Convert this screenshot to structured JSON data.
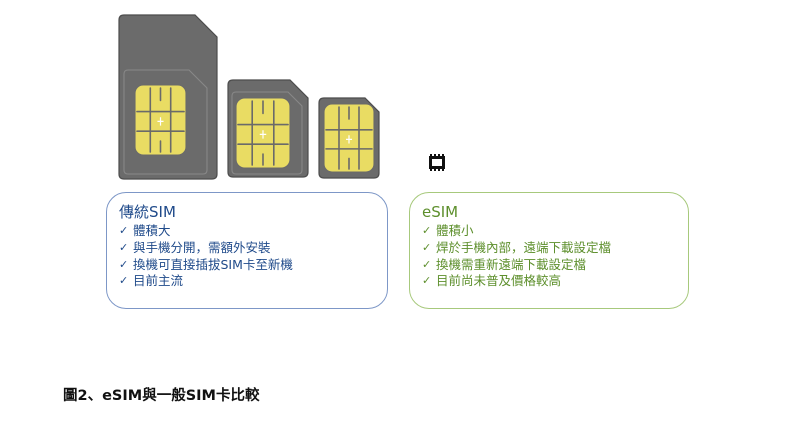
{
  "cards": [
    {
      "size": "standard-sim",
      "icon": "sim-card-standard"
    },
    {
      "size": "micro-sim",
      "icon": "sim-card-micro"
    },
    {
      "size": "nano-sim",
      "icon": "sim-card-nano"
    },
    {
      "size": "esim-chip",
      "icon": "esim-chip"
    }
  ],
  "colors": {
    "card": "#6b6b6b",
    "card_outline": "#4c4c4c",
    "chip": "#e9dc63",
    "chip_line": "#6a6a6a",
    "traditional": "#1f4a8a",
    "traditional_border": "#7d97c7",
    "esim": "#5d8f2c",
    "esim_border": "#a7c97c"
  },
  "traditional": {
    "title": "傳統SIM",
    "items": [
      "體積大",
      "與手機分開，需額外安裝",
      "換機可直接插拔SIM卡至新機",
      "目前主流"
    ]
  },
  "esim": {
    "title": "eSIM",
    "items": [
      "體積小",
      "焊於手機內部，遠端下載設定檔",
      "換機需重新遠端下載設定檔",
      "目前尚未普及價格較高"
    ]
  },
  "check_mark": "✓",
  "caption": "圖2、eSIM與一般SIM卡比較"
}
